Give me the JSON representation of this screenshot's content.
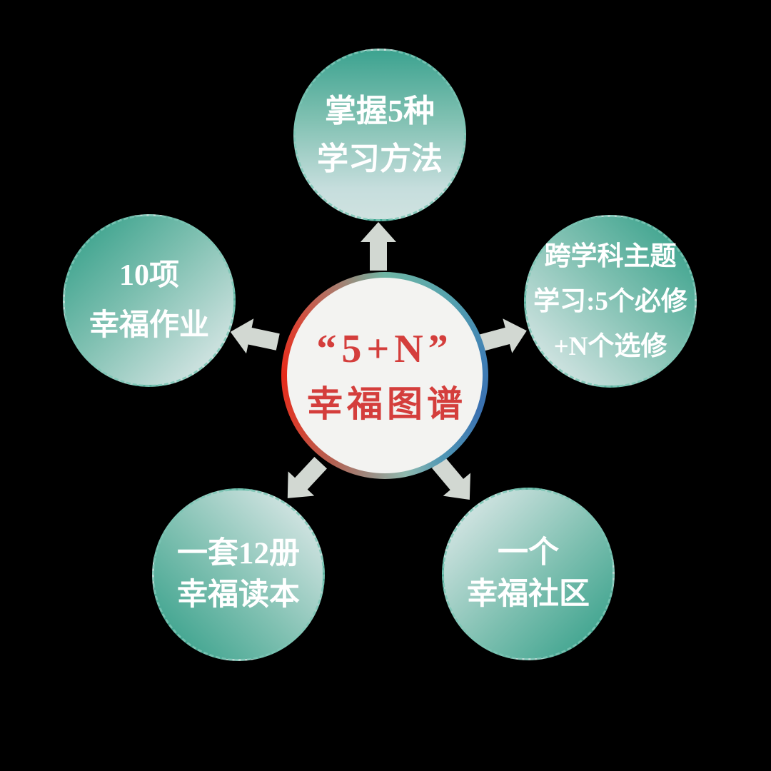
{
  "diagram": {
    "hub": {
      "line1": "“5+N”",
      "line2": "幸福图谱"
    },
    "nodes": {
      "top": {
        "line1": "掌握5种",
        "line2": "学习方法"
      },
      "right": {
        "line1": "跨学科主题",
        "line2": "学习:5个必修",
        "line3": "+N个选修"
      },
      "left": {
        "line1": "10项",
        "line2": "幸福作业"
      },
      "bottom_left": {
        "line1": "一套12册",
        "line2": "幸福读本"
      },
      "bottom_right": {
        "line1": "一个",
        "line2": "幸福社区"
      }
    },
    "colors": {
      "background": "#000000",
      "hub_fill": "#f3f3f1",
      "hub_text": "#d43e3c",
      "ring_red": "#e52a1a",
      "ring_blue": "#3a70b0",
      "ring_teal": "#6fb5a4",
      "node_dark_teal": "#2d9c85",
      "node_light_teal": "#d2e6e2",
      "node_text": "#ffffff",
      "node_dotted_edge": "#7cc6b5",
      "arrow": "#d2d8d2"
    }
  }
}
